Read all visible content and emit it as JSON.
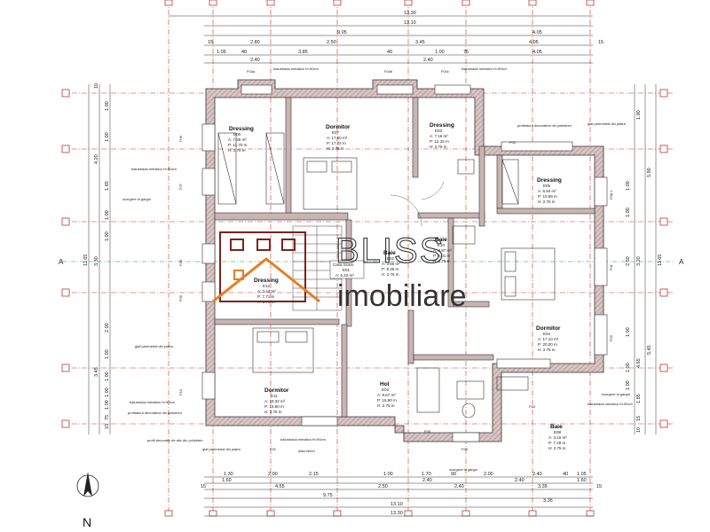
{
  "top_dims": {
    "row1": [
      "13.30"
    ],
    "row2": [
      "13.10"
    ],
    "row3": [
      "9.05",
      "4.05"
    ],
    "row4": [
      "15",
      "2.80",
      "2.50",
      "3.45",
      "4.05",
      "15"
    ],
    "row5": [
      "1.05",
      "40",
      "3.85",
      "40",
      "1.00",
      "75",
      "4.05"
    ],
    "row6": [
      "2.40",
      "2.40"
    ]
  },
  "bottom_dims": {
    "row1": [
      "1.30",
      "2.00",
      "2.15",
      "1.00",
      "1.70",
      "90",
      "2.00",
      "2.40",
      "40",
      "1.05"
    ],
    "row2": [
      "1.60",
      "2.40",
      "2.40",
      "1.60"
    ],
    "row3": [
      "15",
      "4.55",
      "2.50",
      "2.40",
      "3.35",
      "15"
    ],
    "row4": [
      "9.75",
      "3.35"
    ],
    "row5": [
      "13.10"
    ],
    "row6": [
      "13.30"
    ]
  },
  "left_dims": [
    "11.65",
    "4.20",
    "3.30",
    "3.45",
    "1.00",
    "1.00",
    "1.85",
    "1.00",
    "1.00",
    "2.00",
    "1.00",
    "1.00",
    "1.00",
    "1.00",
    "75",
    "15",
    "10"
  ],
  "right_dims": [
    "11.65",
    "5.90",
    "5.45",
    "1.90",
    "3.20",
    "2.50",
    "1.00",
    "1.00",
    "1.00",
    "4.65",
    "1.00",
    "1.00",
    "1.85",
    "15",
    "10"
  ],
  "axis_marker": "A",
  "rooms": [
    {
      "name": "Dressing",
      "code": "E06",
      "lines": [
        "A:  7.35 m²",
        "P:  11.70 m",
        "H:  2.75 m"
      ]
    },
    {
      "name": "Dormitor",
      "code": "E07",
      "lines": [
        "A:  17.60 m²",
        "P:  17.02 m",
        "H:  2.75 m"
      ]
    },
    {
      "name": "Dressing",
      "code": "E03",
      "lines": [
        "A:  7.16 m²",
        "P:  12.15 m",
        "H:  2.75 m"
      ]
    },
    {
      "name": "Dressing",
      "code": "E05",
      "lines": [
        "A:  6.94 m²",
        "P:  10.69 m",
        "H:  2.75 m"
      ]
    },
    {
      "name": "Baie",
      "code": "E10",
      "lines": [
        "A:  3.97 m²",
        "P:  8.01 m",
        "H:  2.75 m"
      ]
    },
    {
      "name": "Baie",
      "code": "E02",
      "lines": [
        "A:  3.86 m²",
        "P:  8.36 m",
        "H:  2.75 m"
      ]
    },
    {
      "name": "Casa Scarii",
      "code": "E01",
      "lines": [
        "A:  6.42 m²"
      ]
    },
    {
      "name": "Dressing",
      "code": "E12",
      "lines": [
        "A:  3.44 m²",
        "P:  7.71 m",
        "H:  2.75 m"
      ]
    },
    {
      "name": "Dormitor",
      "code": "E04",
      "lines": [
        "A:  17.10 m²",
        "P:  20.00 m",
        "H:  2.75 m"
      ]
    },
    {
      "name": "Dormitor",
      "code": "E11",
      "lines": [
        "A:  15.32 m²",
        "P:  16.60 m",
        "H:  2.75 m"
      ]
    },
    {
      "name": "Hol",
      "code": "E03",
      "lines": [
        "A:  8.67 m²",
        "P:  15.90 m",
        "H:  2.75 m"
      ]
    },
    {
      "name": "Baie",
      "code": "E08",
      "lines": [
        "A:  3.16 m²",
        "P:  7.28 m",
        "H:  2.75 m"
      ]
    }
  ],
  "notes": [
    "balustrada metalica H=90cm",
    "balustrada metalica H=90cm",
    "profilatura decorativa din polistiren",
    "glaf perimetral din piatra",
    "balustrada metalica H=90cm",
    "scurgere la gargui",
    "glaf perimetral din piatra",
    "balustrada metalica H=90cm",
    "profilatura decorativa din polistiren",
    "profil decorativ de atic din polistiren",
    "glaf perimetral din piatra",
    "balustrada metalica H=90cm",
    "dala beton",
    "scurgere la gargui",
    "scurgere la gargui",
    "balustrada metalica H=90cm"
  ],
  "window_tags": [
    "F04a",
    "F04b",
    "F04c",
    "F06",
    "F07",
    "F08",
    "F09",
    "F10",
    "F02",
    "F03",
    "F03",
    "F08",
    "F08-1",
    "F01",
    "F03",
    "F05"
  ],
  "watermark": {
    "line1": "BLISS",
    "line2": "imobiliare"
  },
  "north_label": "N",
  "colors": {
    "axis": "#c0392b",
    "axis_secondary": "#2e8b57",
    "wall_fill": "#c9b4b4",
    "logo_orange": "#e67e22",
    "logo_maroon": "#7b241c"
  }
}
